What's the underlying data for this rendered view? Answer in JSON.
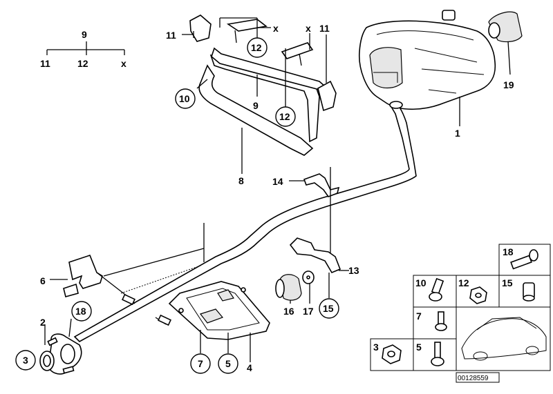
{
  "diagram_id": "00128559",
  "legend": {
    "top": "9",
    "bottom_left": "11",
    "bottom_mid": "12",
    "bottom_right": "x"
  },
  "labels": {
    "p1": "1",
    "p2": "2",
    "p3": "3",
    "p4": "4",
    "p5": "5",
    "p6": "6",
    "p7": "7",
    "p8": "8",
    "p9": "9",
    "p10": "10",
    "p11a": "11",
    "p11b": "11",
    "p12a": "12",
    "p12b": "12",
    "p13": "13",
    "p14": "14",
    "p15": "15",
    "p16": "16",
    "p17": "17",
    "p18": "18",
    "p19": "19",
    "xa": "x",
    "xb": "x"
  },
  "kit": {
    "c18": "18",
    "c10": "10",
    "c12": "12",
    "c15": "15",
    "c7": "7",
    "c3": "3",
    "c5": "5"
  }
}
